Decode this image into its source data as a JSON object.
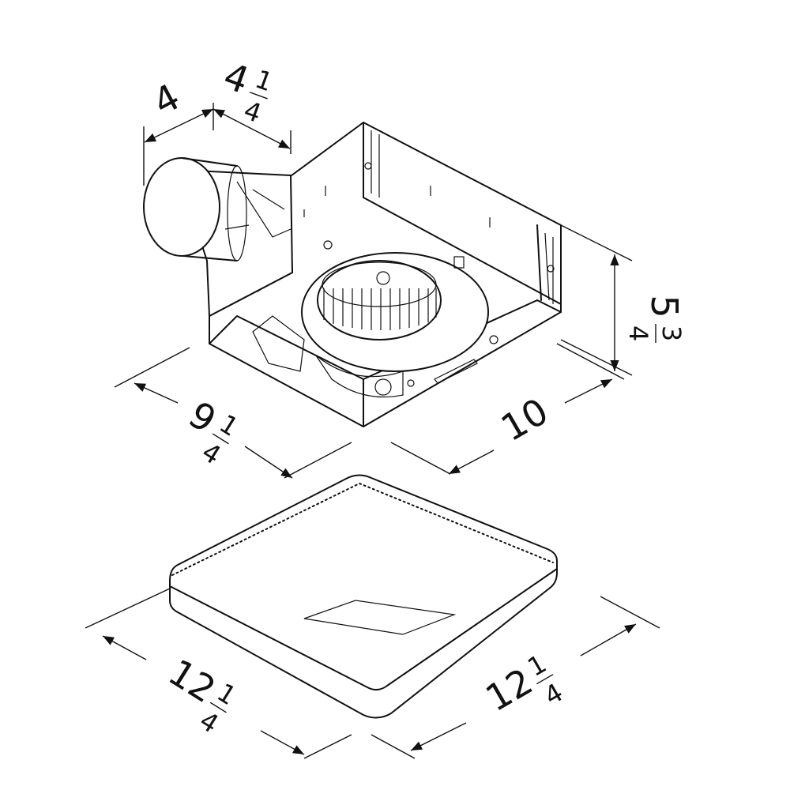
{
  "dimensions": {
    "duct_depth": {
      "whole": "4"
    },
    "duct_length": {
      "whole": "4",
      "num": "1",
      "den": "4"
    },
    "housing_height": {
      "whole": "5",
      "num": "3",
      "den": "4"
    },
    "housing_width": {
      "whole": "9",
      "num": "1",
      "den": "4"
    },
    "housing_length": {
      "whole": "10"
    },
    "grille_width": {
      "whole": "12",
      "num": "1",
      "den": "4"
    },
    "grille_length": {
      "whole": "12",
      "num": "1",
      "den": "4"
    }
  },
  "colors": {
    "line": "#111111",
    "background": "#ffffff"
  }
}
